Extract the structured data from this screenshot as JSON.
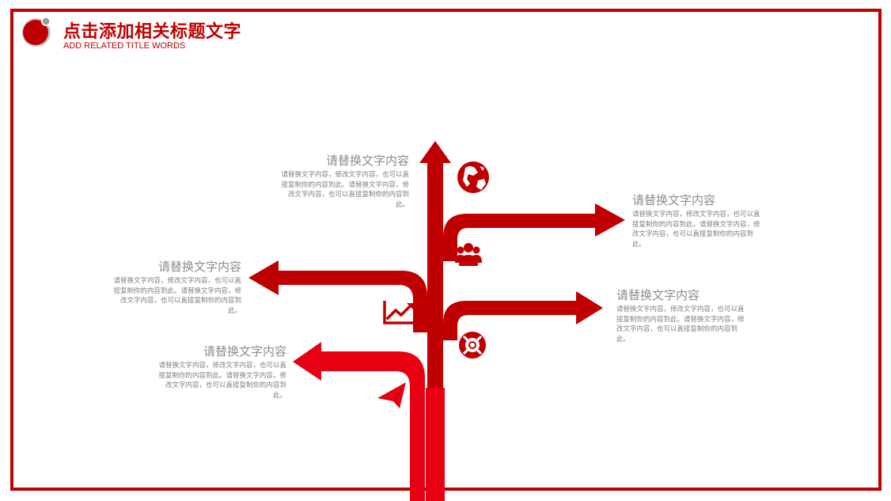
{
  "header": {
    "title": "点击添加相关标题文字",
    "subtitle": "ADD RELATED TITLE WORDS"
  },
  "colors": {
    "primary": "#c00000",
    "bright": "#e60012",
    "text_gray": "#8c8c8c"
  },
  "branches": [
    {
      "title": "请替换文字内容",
      "body": "请替换文字内容，修改文字内容，也可以直接复制你的内容到此。请替换文字内容，修改文字内容，也可以直接复制你的内容到此。"
    },
    {
      "title": "请替换文字内容",
      "body": "请替换文字内容，修改文字内容，也可以直接复制你的内容到此。请替换文字内容，修改文字内容，也可以直接复制你的内容到此。"
    },
    {
      "title": "请替换文字内容",
      "body": "请替换文字内容，修改文字内容，也可以直接复制你的内容到此。请替换文字内容，修改文字内容，也可以直接复制你的内容到此。"
    },
    {
      "title": "请替换文字内容",
      "body": "请替换文字内容，修改文字内容，也可以直接复制你的内容到此。请替换文字内容，修改文字内容，也可以直接复制你的内容到此。"
    },
    {
      "title": "请替换文字内容",
      "body": "请替换文字内容，修改文字内容，也可以直接复制你的内容到此。请替换文字内容，修改文字内容，也可以直接复制你的内容到此。"
    }
  ],
  "icons": [
    "globe-icon",
    "team-icon",
    "chart-trend-icon",
    "lifebuoy-icon",
    "paper-plane-icon"
  ]
}
